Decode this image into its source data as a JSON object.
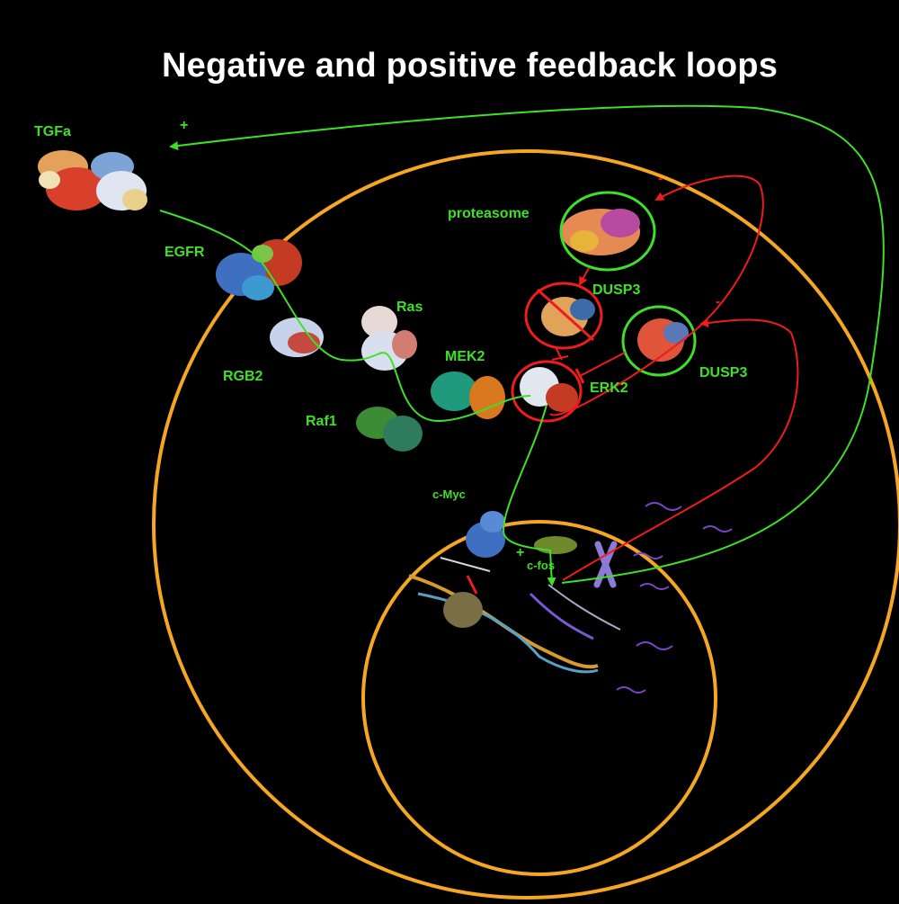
{
  "title": "Negative and positive feedback loops",
  "labels": {
    "tgfa": "TGFa",
    "egfr": "EGFR",
    "ras": "Ras",
    "rgb2": "RGB2",
    "mek2": "MEK2",
    "raf1": "Raf1",
    "proteasome": "proteasome",
    "dusp3_a": "DUSP3",
    "dusp3_b": "DUSP3",
    "erk2": "ERK2",
    "cmyc": "c-Myc",
    "cfos": "c-fos"
  },
  "signs": {
    "plus_top": "+",
    "minus_top": "-",
    "minus_right": "-",
    "plus_nucleus": "+"
  },
  "colors": {
    "activation": "#3fe028",
    "inhibition": "#ee1c1c",
    "membrane": "#f5a623",
    "background": "#000000",
    "title": "#ffffff"
  }
}
